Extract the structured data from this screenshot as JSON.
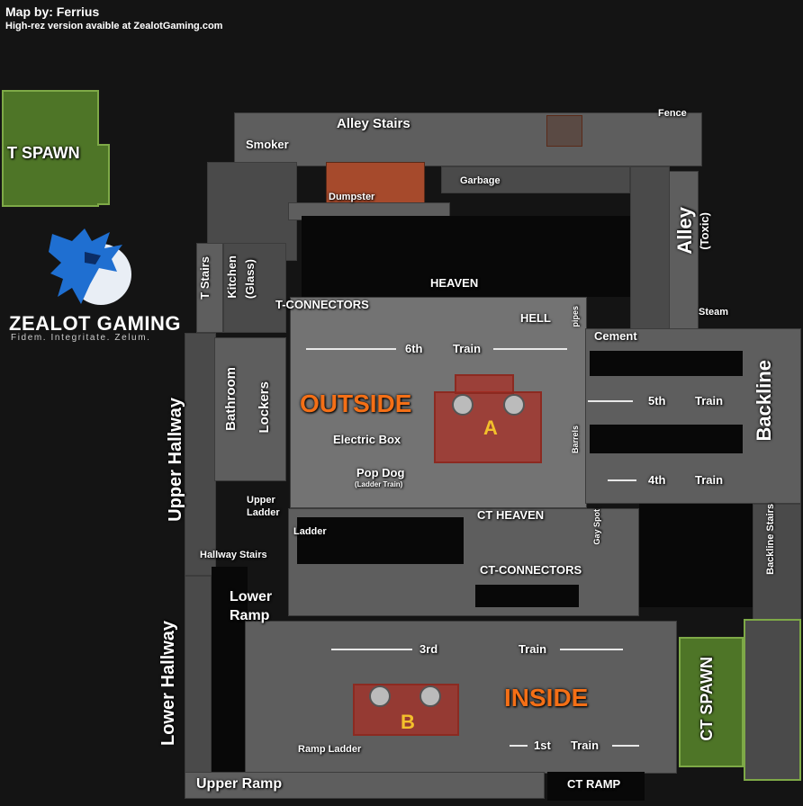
{
  "header": {
    "credit_line": "Map by:  Ferrius",
    "hires_line": "High-rez version avaible at ZealotGaming.com"
  },
  "brand": {
    "name": "ZEALOT GAMING",
    "motto": "Fidem. Integritate. Zelum.",
    "logo_icon": "wolf-head-logo"
  },
  "sites": {
    "a": "A",
    "b": "B"
  },
  "spawns": {
    "t": "T SPAWN",
    "ct": "CT SPAWN"
  },
  "areas": {
    "outside": "OUTSIDE",
    "inside": "INSIDE",
    "alley_stairs": "Alley Stairs",
    "fence": "Fence",
    "smoker": "Smoker",
    "dumpster": "Dumpster",
    "garbage": "Garbage",
    "alley": "Alley",
    "toxic": "(Toxic)",
    "t_stairs": "T Stairs",
    "kitchen": "Kitchen",
    "glass": "(Glass)",
    "t_connectors": "T-CONNECTORS",
    "heaven": "HEAVEN",
    "hell": "HELL",
    "pipes": "pipes",
    "steam": "Steam",
    "cement": "Cement",
    "train_6th": "6th",
    "train_5th": "5th",
    "train_4th": "4th",
    "train_3rd": "3rd",
    "train_1st": "1st",
    "train_word": "Train",
    "backline": "Backline",
    "bathroom": "Bathroom",
    "lockers": "Lockers",
    "upper_hallway": "Upper Hallway",
    "electric_box": "Electric Box",
    "barrels": "Barrels",
    "pop_dog": "Pop Dog",
    "ladder_train": "(Ladder Train)",
    "upper_ladder_1": "Upper",
    "upper_ladder_2": "Ladder",
    "ladder": "Ladder",
    "ct_heaven": "CT HEAVEN",
    "gay_spot": "Gay Spot",
    "backline_stairs": "Backline Stairs",
    "hallway_stairs": "Hallway Stairs",
    "ct_connectors": "CT-CONNECTORS",
    "lower_ramp_1": "Lower",
    "lower_ramp_2": "Ramp",
    "lower_hallway": "Lower Hallway",
    "ramp_ladder": "Ramp Ladder",
    "upper_ramp": "Upper Ramp",
    "ct_ramp": "CT RAMP"
  },
  "colors": {
    "site_fill": "#aa2d23",
    "site_letter": "#f3c02b",
    "spawn_fill": "#4e7527",
    "callout_accent": "#f46f16",
    "logo_blue": "#1f6fd1"
  }
}
